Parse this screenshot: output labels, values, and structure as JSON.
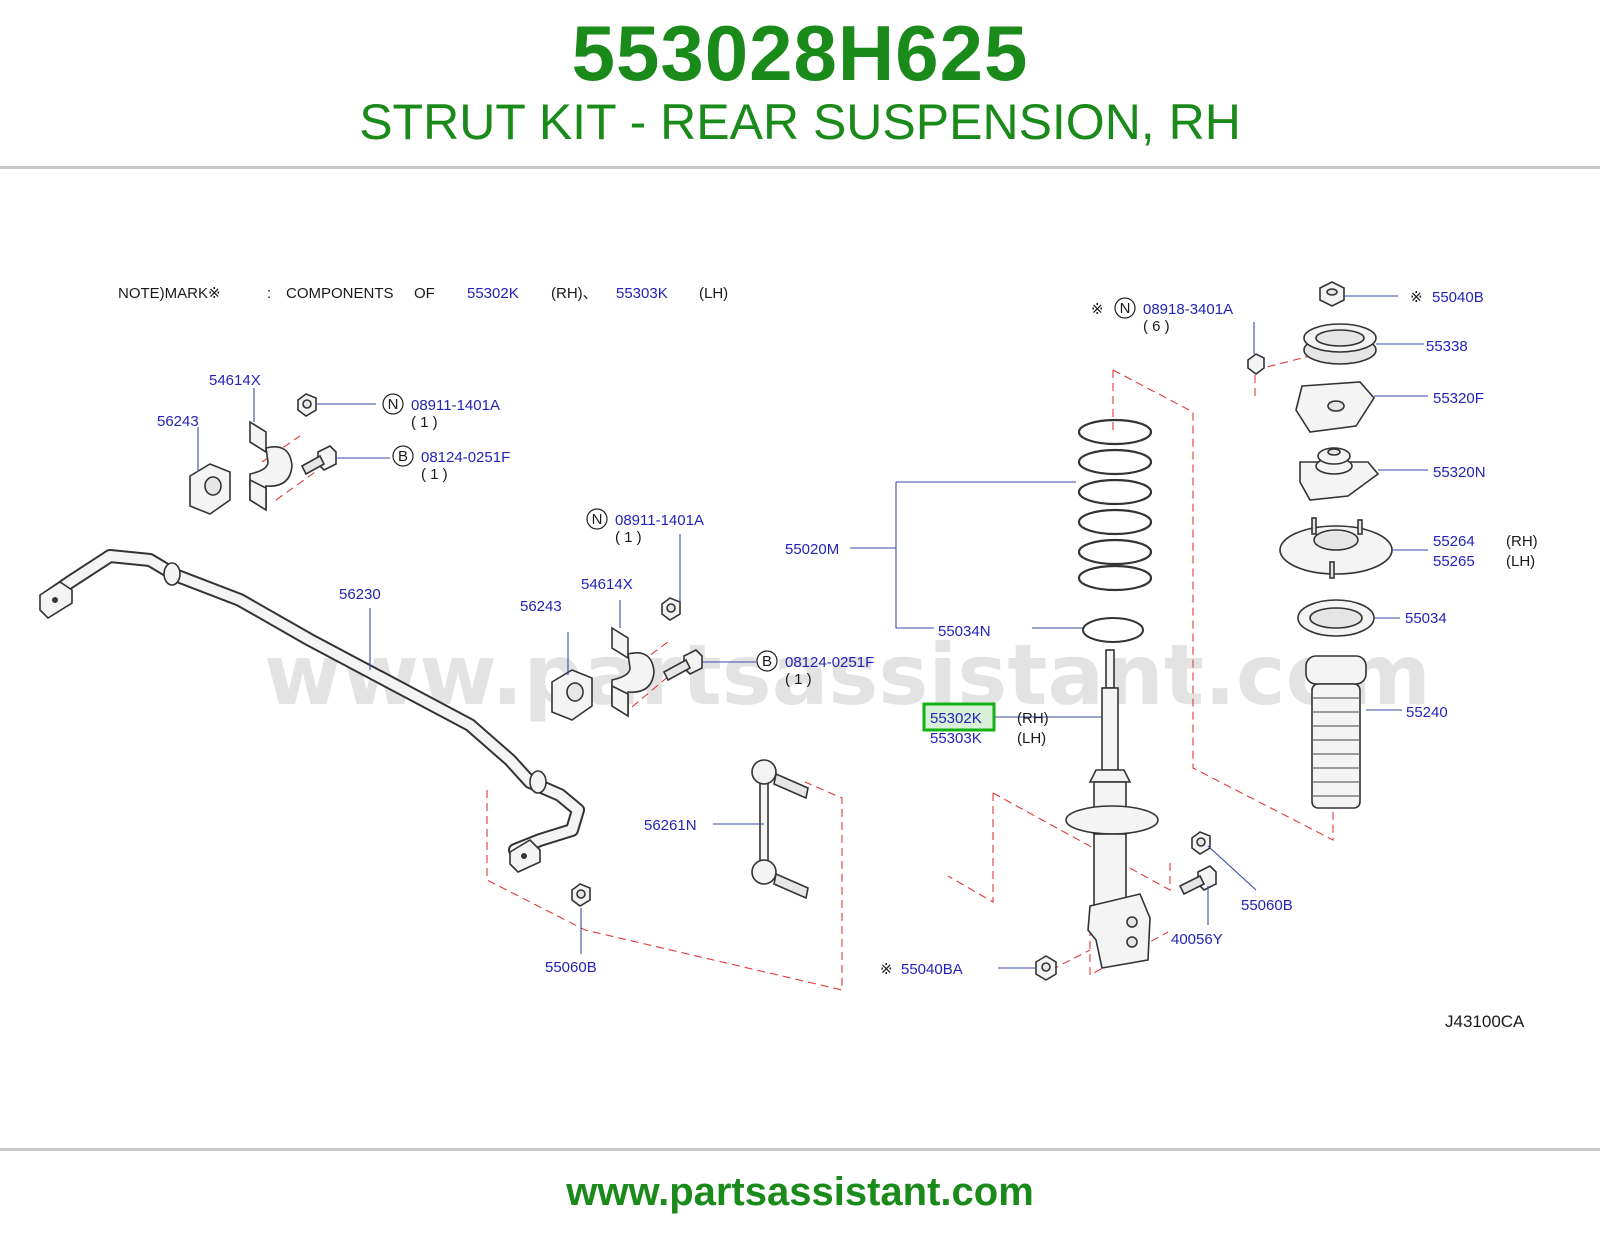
{
  "header": {
    "part_number": "553028H625",
    "description": "STRUT KIT - REAR SUSPENSION, RH"
  },
  "footer": {
    "url": "www.partsassistant.com"
  },
  "diagram": {
    "watermark": "www.partsassistant.com",
    "note": {
      "prefix": "NOTE)MARK※",
      "colon": ":",
      "components": "COMPONENTS",
      "of": "OF",
      "part_rh": "55302K",
      "tag_rh": "(RH)、",
      "part_lh": "55303K",
      "tag_lh": "(LH)"
    },
    "code": "J43100CA",
    "callouts": {
      "p54614x_a": "54614X",
      "p56243_a": "56243",
      "n1_circle": "N",
      "n1_part": "08911-1401A",
      "n1_qty": "( 1 )",
      "b1_circle": "B",
      "b1_part": "08124-0251F",
      "b1_qty": "( 1 )",
      "n2_circle": "N",
      "n2_part": "08911-1401A",
      "n2_qty": "( 1 )",
      "p54614x_b": "54614X",
      "p56243_b": "56243",
      "b2_circle": "B",
      "b2_part": "08124-0251F",
      "b2_qty": "( 1 )",
      "p56230": "56230",
      "p56261n": "56261N",
      "p55060b_a": "55060B",
      "p55020m": "55020M",
      "p55034n": "55034N",
      "p55302k": "55302K",
      "p55302k_tag": "(RH)",
      "p55303k": "55303K",
      "p55303k_tag": "(LH)",
      "mark_55040ba": "※",
      "p55040ba": "55040BA",
      "mark_n3": "※",
      "n3_circle": "N",
      "n3_part": "08918-3401A",
      "n3_qty": "( 6 )",
      "mark_55040b": "※",
      "p55040b": "55040B",
      "p55338": "55338",
      "p55320f": "55320F",
      "p55320n": "55320N",
      "p55264": "55264",
      "p55264_tag": "(RH)",
      "p55265": "55265",
      "p55265_tag": "(LH)",
      "p55034": "55034",
      "p55240": "55240",
      "p55060b_b": "55060B",
      "p40056y": "40056Y"
    }
  }
}
